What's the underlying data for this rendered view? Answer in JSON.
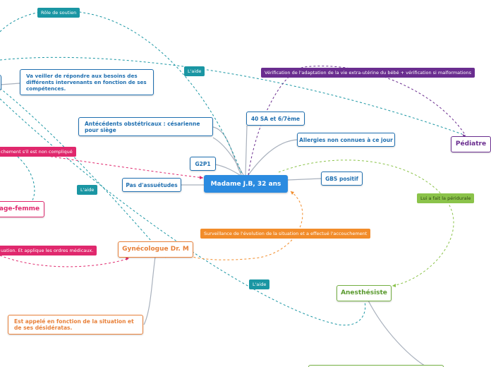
{
  "central": {
    "title": "Madame J.B, 32 ans"
  },
  "nodes": {
    "g2p1": "G2P1",
    "pas_assuetudes": "Pas d'assuétudes",
    "antecedents": "Antécédents obstétricaux : césarienne pour siège",
    "quarante_sa": "40 SA et 6/7ème",
    "allergies": "Allergies non connues à ce jour",
    "gbs": "GBS positif",
    "pediatre": "Pédiatre",
    "anesthesiste": "Anesthésiste",
    "gynecologue": "Gynécologue Dr. M",
    "sage_femme": "age-femme",
    "veiller": "Va veiller de répondre aux besoins des différents intervenants en fonction de ses compétences.",
    "appele": "Est appelé en fonction de la situation et de ses désidératas."
  },
  "labels": {
    "role_soutien": "Rôle de soutien",
    "aide_top": "L'aide",
    "aide_mid": "L'aide",
    "aide_bottom": "L'aide",
    "verification": "Vérification de l'adaptation de la vie extra-utérine du bébé + vérification si malformations",
    "peridurale": "Lui a fait la péridurale",
    "surveillance": "Surveillance de l'évolution de la situation et a effectué l'accouchement",
    "accouchement": "chement s'il est non compliqué",
    "ordres": "uation. Et applique les ordres médicaux."
  },
  "colors": {
    "blue": "#1f6fb0",
    "center": "#2b8be0",
    "teal": "#1a96a3",
    "violet": "#6a2d8f",
    "orange": "#e8813a",
    "green": "#74b043",
    "pink": "#e0286d",
    "connector": "#a9b1bd"
  }
}
